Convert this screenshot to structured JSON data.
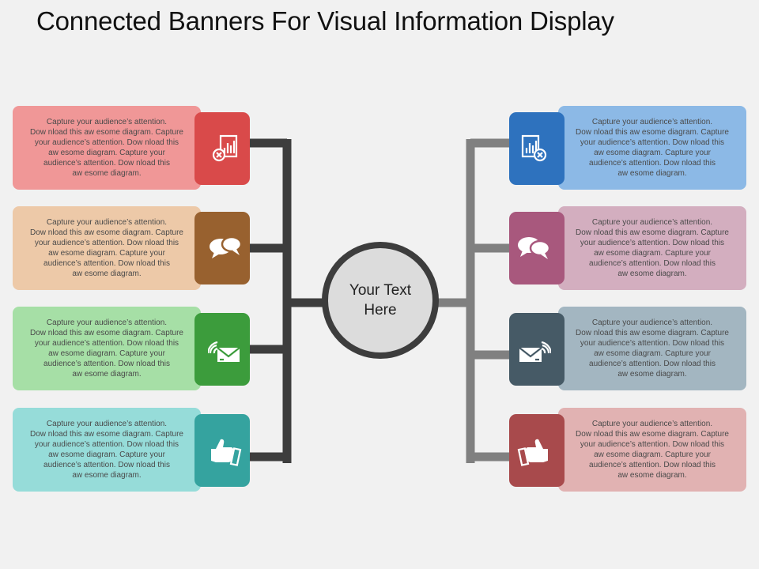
{
  "title": "Connected Banners For Visual Information Display",
  "hub": {
    "label": "Your Text\nHere"
  },
  "card_text": "Capture your audience’s attention.\nDow nload this aw esome diagram. Capture\nyour audience’s attention. Dow nload this\naw esome diagram. Capture  your\naudience’s attention.  Dow nload this\naw esome diagram.",
  "left_items": [
    {
      "icon": "report-chart-icon",
      "card_color": "#f09797",
      "icon_color": "#d94a4a"
    },
    {
      "icon": "chat-bubbles-icon",
      "card_color": "#edc9a8",
      "icon_color": "#98612f"
    },
    {
      "icon": "wireless-mail-icon",
      "card_color": "#a6dfa6",
      "icon_color": "#3c9c3c"
    },
    {
      "icon": "thumbs-up-icon",
      "card_color": "#96dcd9",
      "icon_color": "#35a39f"
    }
  ],
  "right_items": [
    {
      "icon": "report-chart-icon",
      "card_color": "#8cb9e6",
      "icon_color": "#2e72be"
    },
    {
      "icon": "chat-bubbles-icon",
      "card_color": "#d3aebf",
      "icon_color": "#a8587d"
    },
    {
      "icon": "wireless-mail-icon",
      "card_color": "#a3b6c1",
      "icon_color": "#465a66"
    },
    {
      "icon": "thumbs-up-icon",
      "card_color": "#e1b2b2",
      "icon_color": "#a84a4c"
    }
  ],
  "colors": {
    "left_connector": "#3d3d3d",
    "right_connector": "#808080",
    "background": "#f1f1f1"
  }
}
